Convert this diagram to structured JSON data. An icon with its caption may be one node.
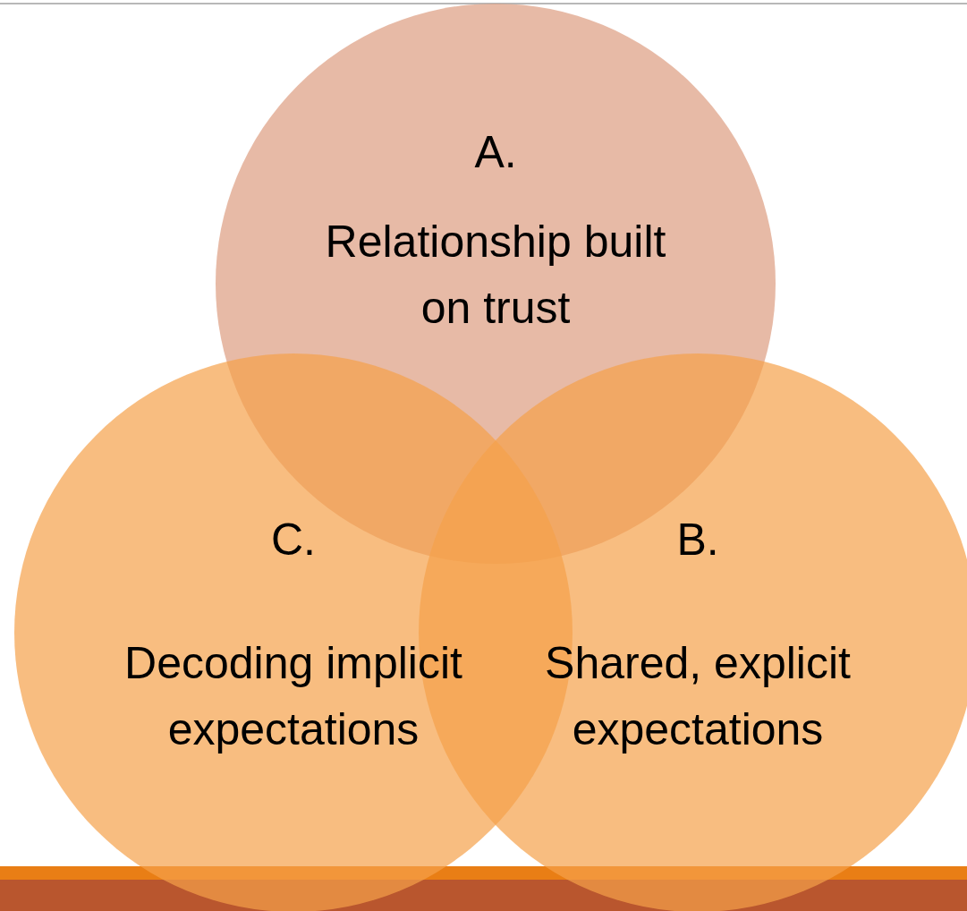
{
  "diagram": {
    "nodes": [
      {
        "text": [
          "A.",
          "Relationship built on trust"
        ]
      },
      {
        "text": [
          "B.",
          "Shared, explicit expectations"
        ]
      },
      {
        "text": [
          "C.",
          "Decoding implicit expectations"
        ]
      }
    ]
  }
}
